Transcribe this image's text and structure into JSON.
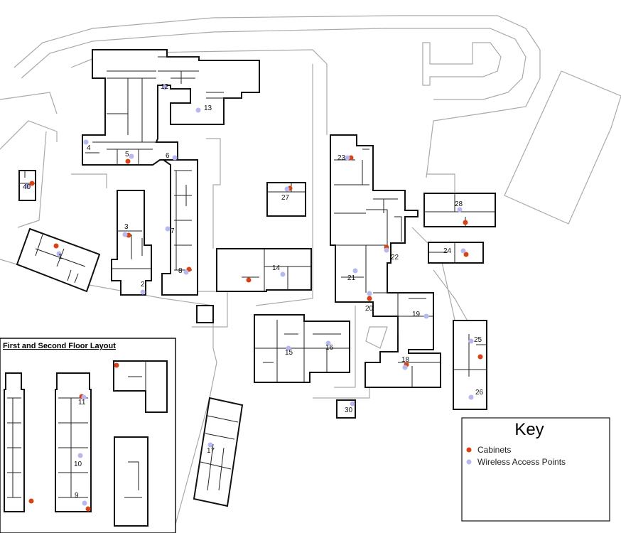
{
  "inset": {
    "title": "First and Second Floor Layout"
  },
  "key": {
    "title": "Key",
    "items": [
      {
        "label": "Cabinets",
        "color": "#d84315"
      },
      {
        "label": "Wireless Access Points",
        "color": "#b7b8f0"
      }
    ]
  },
  "buildings": [
    "1",
    "2",
    "3",
    "4",
    "5",
    "6",
    "7",
    "8",
    "9",
    "10",
    "11",
    "12",
    "13",
    "14",
    "15",
    "16",
    "17",
    "18",
    "19",
    "20",
    "21",
    "22",
    "23",
    "24",
    "25",
    "26",
    "27",
    "28",
    "30",
    "40"
  ],
  "colors": {
    "cabinet": "#d84315",
    "wap": "#b7b8f0",
    "wall": "#111111",
    "road": "#a9a9a9"
  }
}
